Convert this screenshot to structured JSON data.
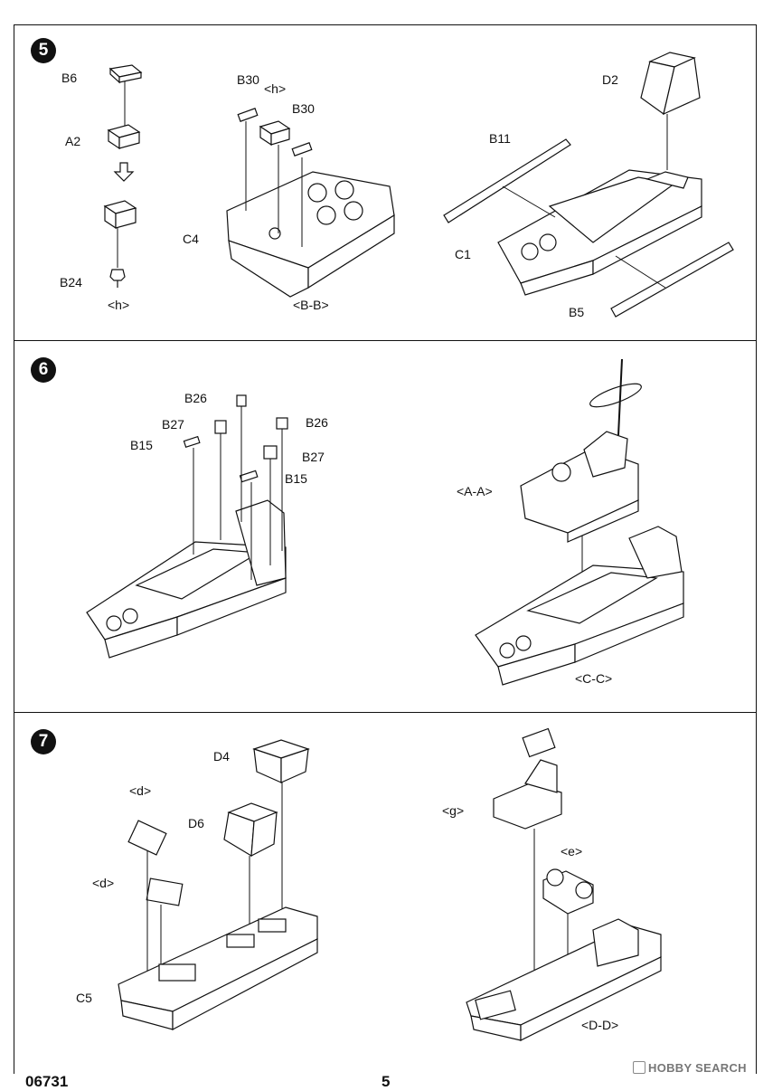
{
  "step5": {
    "number": "5",
    "labels": {
      "b6": "B6",
      "a2": "A2",
      "b24": "B24",
      "h_left": "<h>",
      "b30_left": "B30",
      "h_center": "<h>",
      "b30_right": "B30",
      "c4": "C4",
      "bb": "<B-B>",
      "d2": "D2",
      "b11": "B11",
      "c1": "C1",
      "b5": "B5"
    }
  },
  "step6": {
    "number": "6",
    "labels": {
      "b26_left": "B26",
      "b27_left": "B27",
      "b15_left": "B15",
      "b26_right": "B26",
      "b27_right": "B27",
      "b15_right": "B15",
      "aa": "<A-A>",
      "cc": "<C-C>"
    }
  },
  "step7": {
    "number": "7",
    "labels": {
      "d4": "D4",
      "d_top": "<d>",
      "d6": "D6",
      "d_bottom": "<d>",
      "c5": "C5",
      "g": "<g>",
      "e": "<e>",
      "dd": "<D-D>"
    }
  },
  "footer": {
    "code": "06731",
    "page": "5",
    "watermark": "HOBBY SEARCH"
  }
}
